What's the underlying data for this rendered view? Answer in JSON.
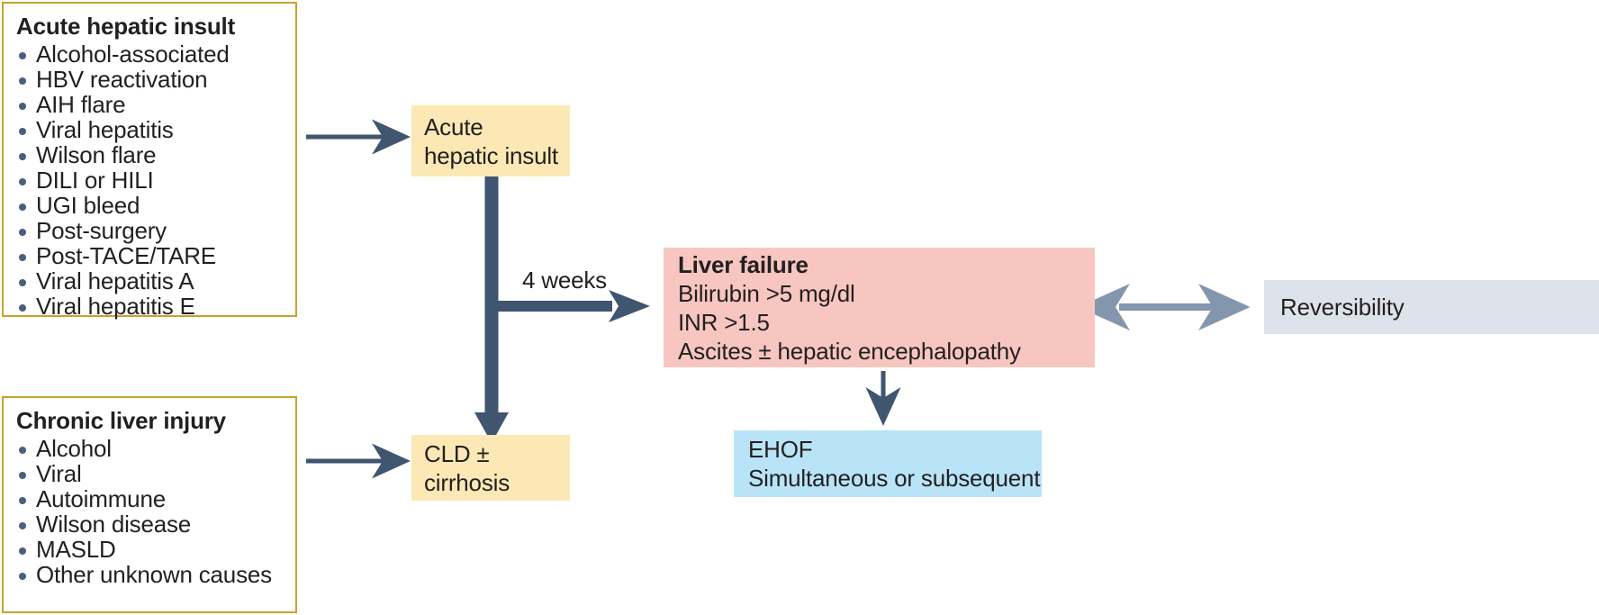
{
  "diagram": {
    "title": "Pathway from hepatic insult to liver failure",
    "colors": {
      "source_border": "#c8a22e",
      "arrow_navy": "#3f5570",
      "arrow_gray": "#8496ad",
      "yellow_box": "#fbe8b4",
      "pink_box": "#f7c6c0",
      "blue_box": "#b9e4f7",
      "gray_box": "#dde3ea",
      "bullet": "#47607e",
      "text": "#231f20"
    }
  },
  "source_boxes": [
    {
      "id": "acute-hepatic-insult",
      "title": "Acute hepatic insult",
      "items": [
        "Alcohol-associated",
        "HBV reactivation",
        "AIH flare",
        "Viral hepatitis",
        "Wilson flare",
        "DILI or HILI",
        "UGI bleed",
        "Post-surgery",
        "Post-TACE/TARE",
        "Viral hepatitis A",
        "Viral hepatitis E"
      ]
    },
    {
      "id": "chronic-liver-injury",
      "title": "Chronic liver injury",
      "items": [
        "Alcohol",
        "Viral",
        "Autoimmune",
        "Wilson disease",
        "MASLD",
        "Other unknown causes"
      ]
    }
  ],
  "process_boxes": {
    "acute": {
      "lines": [
        "Acute",
        "hepatic insult"
      ]
    },
    "cld": {
      "lines": [
        "CLD ±",
        "cirrhosis"
      ]
    },
    "liver_failure": {
      "heading": "Liver failure",
      "lines": [
        "Bilirubin >5 mg/dl",
        "INR >1.5",
        "Ascites ± hepatic encephalopathy"
      ]
    },
    "ehof": {
      "lines": [
        "EHOF",
        "Simultaneous or subsequent"
      ]
    },
    "reversibility": {
      "label": "Reversibility"
    }
  },
  "connectors": {
    "timeline_label": "4 weeks"
  }
}
